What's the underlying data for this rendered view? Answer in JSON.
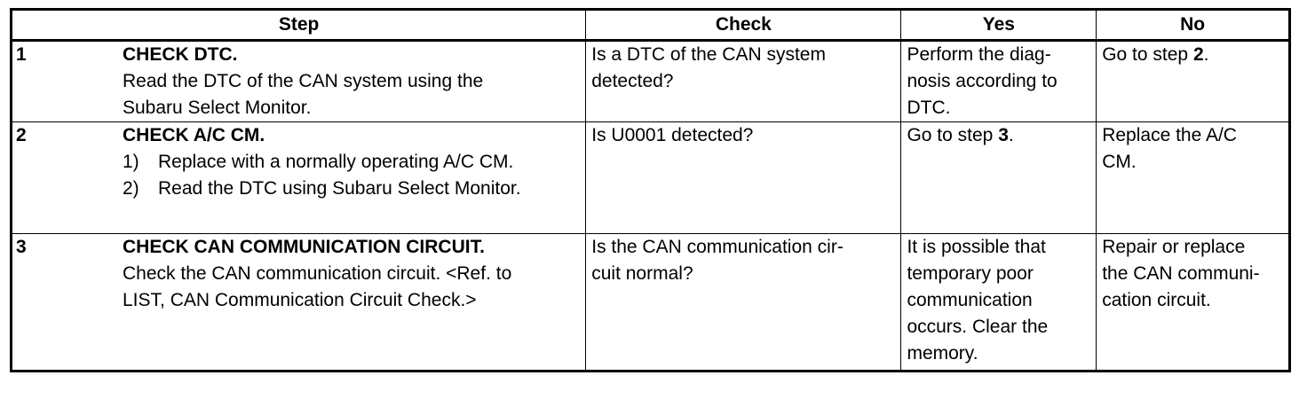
{
  "table": {
    "headers": {
      "step": "Step",
      "check": "Check",
      "yes": "Yes",
      "no": "No"
    },
    "rows": [
      {
        "num": "1",
        "title": "CHECK DTC.",
        "body_lines": [
          "Read the DTC of the CAN system using the",
          "Subaru Select Monitor."
        ],
        "check_lines": [
          "Is a DTC of the CAN system",
          "detected?"
        ],
        "yes_lines": [
          "Perform the diag-",
          "nosis according to",
          "DTC."
        ],
        "no_prefix": "Go to step ",
        "no_step": "2",
        "no_suffix": "."
      },
      {
        "num": "2",
        "title": "CHECK A/C CM.",
        "items": [
          {
            "n": "1)",
            "text": "Replace with a normally operating A/C CM."
          },
          {
            "n": "2)",
            "text": "Read the DTC using Subaru Select Monitor."
          }
        ],
        "check_lines": [
          "Is U0001 detected?"
        ],
        "yes_prefix": "Go to step ",
        "yes_step": "3",
        "yes_suffix": ".",
        "no_lines": [
          "Replace the A/C",
          "CM."
        ]
      },
      {
        "num": "3",
        "title": "CHECK CAN COMMUNICATION CIRCUIT.",
        "body_lines": [
          "Check the CAN communication circuit. <Ref. to",
          "LIST, CAN Communication Circuit Check.>"
        ],
        "check_lines": [
          "Is the CAN communication cir-",
          "cuit normal?"
        ],
        "yes_lines": [
          "It is possible that",
          "temporary poor",
          "communication",
          "occurs. Clear the",
          "memory."
        ],
        "no_lines": [
          "Repair or replace",
          "the CAN communi-",
          "cation circuit."
        ]
      }
    ]
  }
}
